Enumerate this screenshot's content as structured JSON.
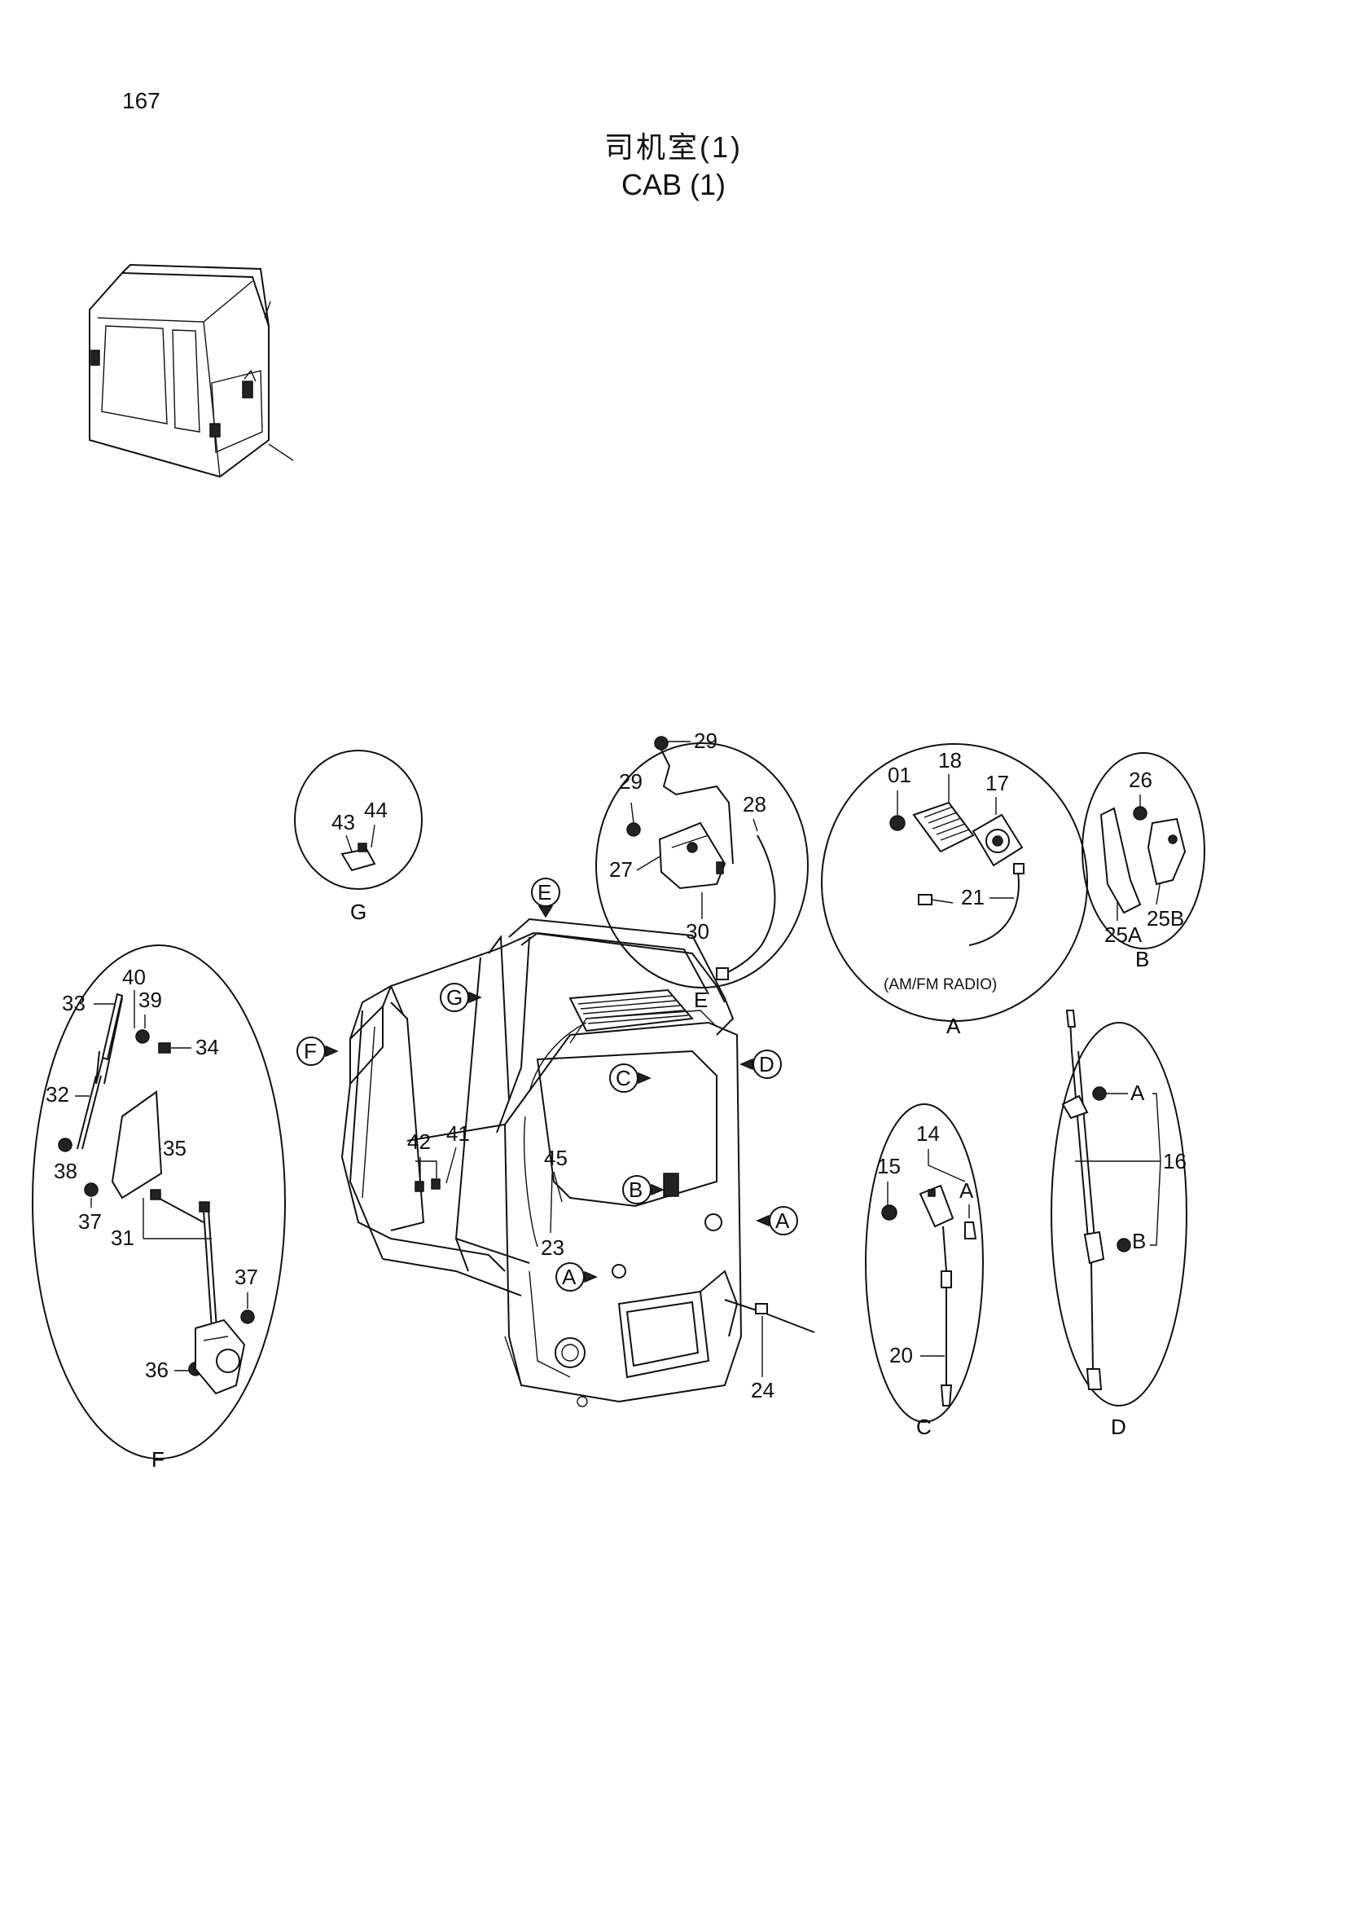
{
  "page_number": "167",
  "title_cn": "司机室(1)",
  "title_en": "CAB (1)",
  "callouts": {
    "c01": "01",
    "c14": "14",
    "c15": "15",
    "c16": "16",
    "c17": "17",
    "c18": "18",
    "c20": "20",
    "c21": "21",
    "c23": "23",
    "c24": "24",
    "c25A": "25A",
    "c25B": "25B",
    "c26": "26",
    "c27": "27",
    "c28": "28",
    "c29a": "29",
    "c29b": "29",
    "c30": "30",
    "c31": "31",
    "c32": "32",
    "c33": "33",
    "c34": "34",
    "c35": "35",
    "c36": "36",
    "c37a": "37",
    "c37b": "37",
    "c38": "38",
    "c39": "39",
    "c40": "40",
    "c41": "41",
    "c42": "42",
    "c43": "43",
    "c44": "44",
    "c45": "45"
  },
  "detail_letters": {
    "A": "A",
    "B": "B",
    "C": "C",
    "D": "D",
    "E": "E",
    "F": "F",
    "G": "G"
  },
  "radio_note": "(AM/FM RADIO)"
}
